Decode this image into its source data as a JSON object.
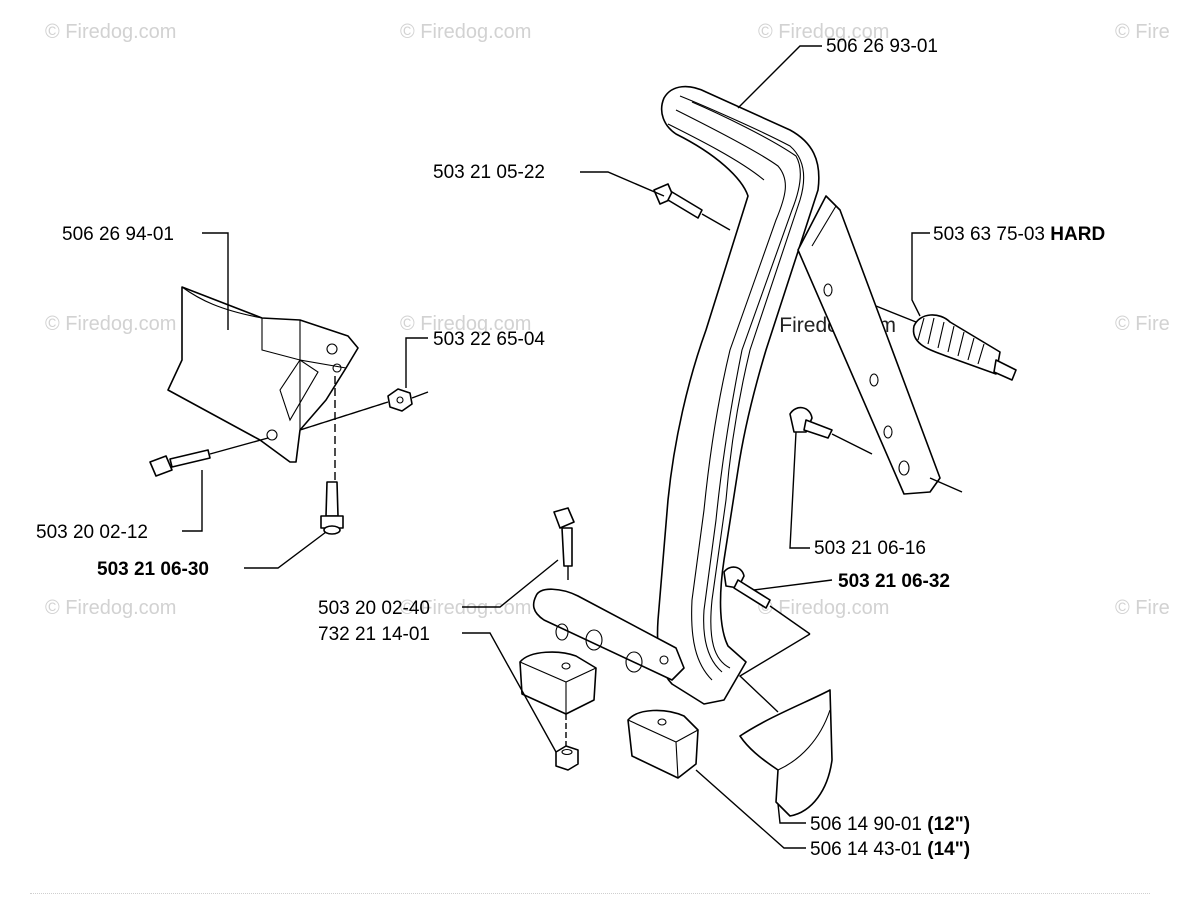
{
  "watermark": "© Firedog.com",
  "watermark_cut": "© Fire",
  "parts": [
    {
      "id": "506-26-93-01",
      "number": "506 26 93-01",
      "suffix": ""
    },
    {
      "id": "503-21-05-22",
      "number": "503 21 05-22",
      "suffix": ""
    },
    {
      "id": "506-26-94-01",
      "number": "506 26 94-01",
      "suffix": ""
    },
    {
      "id": "503-63-75-03",
      "number": "503 63 75-03",
      "suffix": "HARD"
    },
    {
      "id": "503-22-65-04",
      "number": "503 22 65-04",
      "suffix": ""
    },
    {
      "id": "503-20-02-12",
      "number": "503 20 02-12",
      "suffix": ""
    },
    {
      "id": "503-21-06-30",
      "number": "503 21 06-30",
      "suffix": ""
    },
    {
      "id": "503-21-06-16",
      "number": "503 21 06-16",
      "suffix": ""
    },
    {
      "id": "503-21-06-32",
      "number": "503 21 06-32",
      "suffix": ""
    },
    {
      "id": "503-20-02-40",
      "number": "503 20 02-40",
      "suffix": ""
    },
    {
      "id": "732-21-14-01",
      "number": "732 21 14-01",
      "suffix": ""
    },
    {
      "id": "506-14-90-01",
      "number": "506 14 90-01",
      "suffix": "(12\")"
    },
    {
      "id": "506-14-43-01",
      "number": "506 14 43-01",
      "suffix": "(14\")"
    }
  ]
}
